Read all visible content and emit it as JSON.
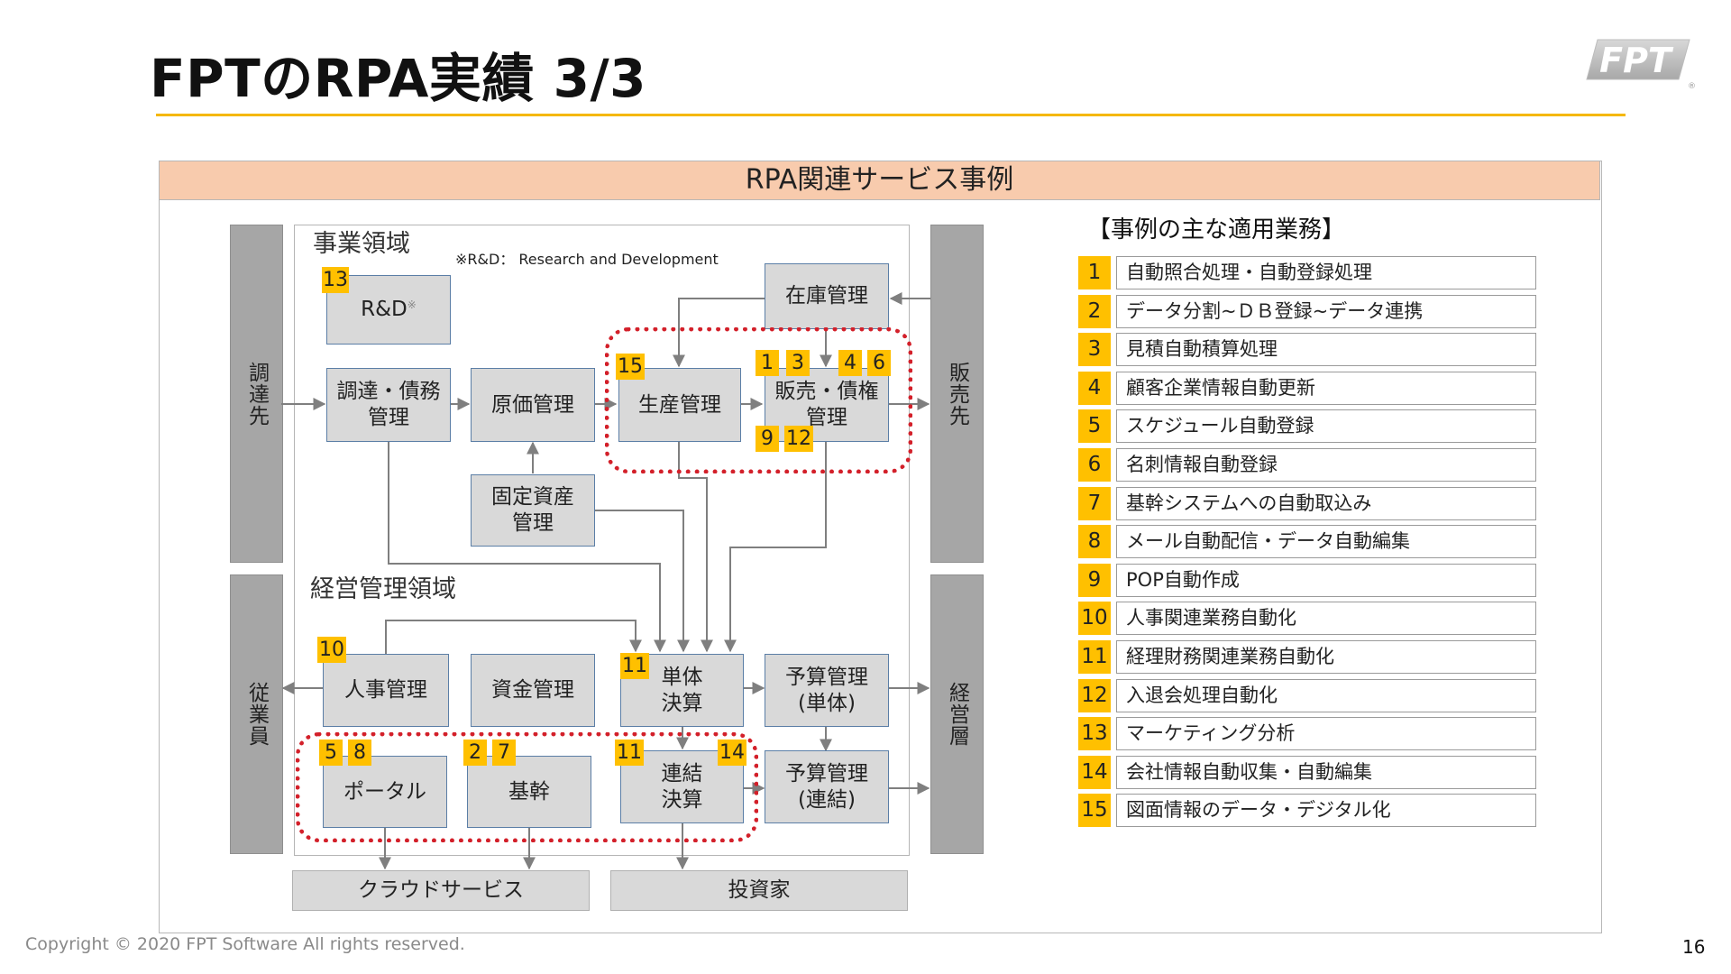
{
  "slide": {
    "title": "FPTのRPA実績 3/3",
    "logo_text": "FPT",
    "copyright": "Copyright © 2020 FPT Software All rights reserved.",
    "page_number": "16"
  },
  "diagram": {
    "header": "RPA関連サービス事例",
    "business_area_label": "事業領域",
    "management_area_label": "経営管理領域",
    "note": "※R&D： Research and Development",
    "pillars": {
      "suppliers": "調達先",
      "sales_dest": "販売先",
      "employees": "従業員",
      "executives": "経営層"
    },
    "boxes": {
      "rnd": "R&D",
      "rnd_mark": "※",
      "inventory": "在庫管理",
      "procurement": "調達・債務\n管理",
      "cost": "原価管理",
      "production": "生産管理",
      "sales": "販売・債権\n管理",
      "fixed_assets": "固定資産\n管理",
      "hr": "人事管理",
      "funds": "資金管理",
      "single_settlement": "単体\n決算",
      "budget_single": "予算管理\n(単体)",
      "portal": "ポータル",
      "core": "基幹",
      "consolidated": "連結\n決算",
      "budget_consolidated": "予算管理\n(連結)",
      "cloud": "クラウドサービス",
      "investors": "投資家"
    },
    "badges": {
      "rnd": "13",
      "production": "15",
      "sales_1": "1",
      "sales_3": "3",
      "sales_4": "4",
      "sales_6": "6",
      "sales_9": "9",
      "sales_12": "12",
      "hr": "10",
      "single": "11",
      "portal_5": "5",
      "portal_8": "8",
      "core_2": "2",
      "core_7": "7",
      "consolidated_11": "11",
      "consolidated_14": "14"
    }
  },
  "cases": {
    "title": "【事例の主な適用業務】",
    "items": [
      {
        "num": "1",
        "text": "自動照合処理・自動登録処理"
      },
      {
        "num": "2",
        "text": "データ分割~ＤＢ登録~データ連携"
      },
      {
        "num": "3",
        "text": "見積自動積算処理"
      },
      {
        "num": "4",
        "text": "顧客企業情報自動更新"
      },
      {
        "num": "5",
        "text": "スケジュール自動登録"
      },
      {
        "num": "6",
        "text": "名刺情報自動登録"
      },
      {
        "num": "7",
        "text": "基幹システムへの自動取込み"
      },
      {
        "num": "8",
        "text": "メール自動配信・データ自動編集"
      },
      {
        "num": "9",
        "text": "POP自動作成"
      },
      {
        "num": "10",
        "text": "人事関連業務自動化"
      },
      {
        "num": "11",
        "text": "経理財務関連業務自動化"
      },
      {
        "num": "12",
        "text": "入退会処理自動化"
      },
      {
        "num": "13",
        "text": "マーケティング分析"
      },
      {
        "num": "14",
        "text": "会社情報自動収集・自動編集"
      },
      {
        "num": "15",
        "text": "図面情報のデータ・デジタル化"
      }
    ]
  },
  "colors": {
    "accent_rule": "#f5b800",
    "header_fill": "#f8cbad",
    "badge": "#ffc000",
    "dashed_highlight": "#d3202a",
    "pillar": "#a6a6a6",
    "box": "#d9d9d9"
  }
}
